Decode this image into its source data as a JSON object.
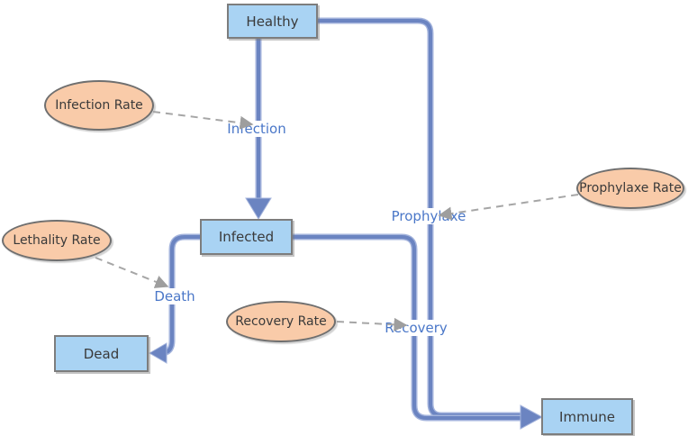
{
  "diagram": {
    "stocks": [
      {
        "id": "healthy",
        "label": "Healthy"
      },
      {
        "id": "infected",
        "label": "Infected"
      },
      {
        "id": "dead",
        "label": "Dead"
      },
      {
        "id": "immune",
        "label": "Immune"
      }
    ],
    "variables": [
      {
        "id": "infection-rate",
        "label": "Infection Rate"
      },
      {
        "id": "lethality-rate",
        "label": "Lethality Rate"
      },
      {
        "id": "recovery-rate",
        "label": "Recovery Rate"
      },
      {
        "id": "prophylaxe-rate",
        "label": "Prophylaxe Rate"
      }
    ],
    "flows": [
      {
        "id": "infection",
        "label": "Infection",
        "from": "Healthy",
        "to": "Infected"
      },
      {
        "id": "death",
        "label": "Death",
        "from": "Infected",
        "to": "Dead"
      },
      {
        "id": "recovery",
        "label": "Recovery",
        "from": "Infected",
        "to": "Immune"
      },
      {
        "id": "prophylaxe",
        "label": "Prophylaxe",
        "from": "Healthy",
        "to": "Immune"
      }
    ]
  },
  "colors": {
    "background": "#FFFFFF",
    "stock-fill": "#A9D3F3",
    "stock-border": "#7D7D7D",
    "variable-fill": "#F9CBA9",
    "variable-border": "#6F6F6F",
    "flow-line": "#6B84C1",
    "flow-line-edge": "#A3B3DC",
    "influence-line": "#A6A6A6",
    "influence-arrow": "#9E9E9E",
    "flow-label": "#4A77C8",
    "node-text": "#3A3A3A"
  }
}
